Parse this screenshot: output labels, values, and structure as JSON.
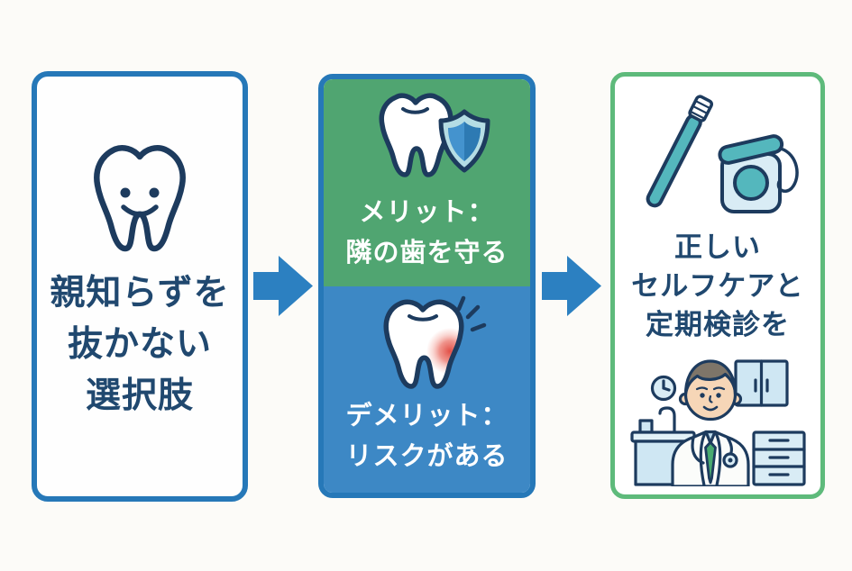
{
  "panels": {
    "left": {
      "icon": "smiling-tooth-icon",
      "lines": [
        "親知らずを",
        "抜かない",
        "選択肢"
      ]
    },
    "middle": {
      "merit": {
        "icon": "tooth-shield-icon",
        "lines": [
          "メリット：",
          "隣の歯を守る"
        ]
      },
      "demerit": {
        "icon": "tooth-pain-icon",
        "lines": [
          "デメリット：",
          "リスクがある"
        ]
      }
    },
    "right": {
      "icon_top": "toothbrush-floss-icon",
      "lines": [
        "正しい",
        "セルフケアと",
        "定期検診を"
      ],
      "icon_bottom": "dentist-office-icon"
    }
  },
  "colors": {
    "bg": "#fcfbf8",
    "blue_border": "#2678b8",
    "green_border": "#5eba7b",
    "merit_green": "#50a571",
    "demerit_blue": "#3d88c5",
    "arrow_blue": "#2c80c1",
    "navy": "#20486f",
    "outline": "#1d3b5e",
    "teal": "#54b7bd",
    "light_blue": "#d9ecf5",
    "pain_red": "#e0453c",
    "shield_light": "#4493ce",
    "shield_dark": "#2d7ab3"
  }
}
